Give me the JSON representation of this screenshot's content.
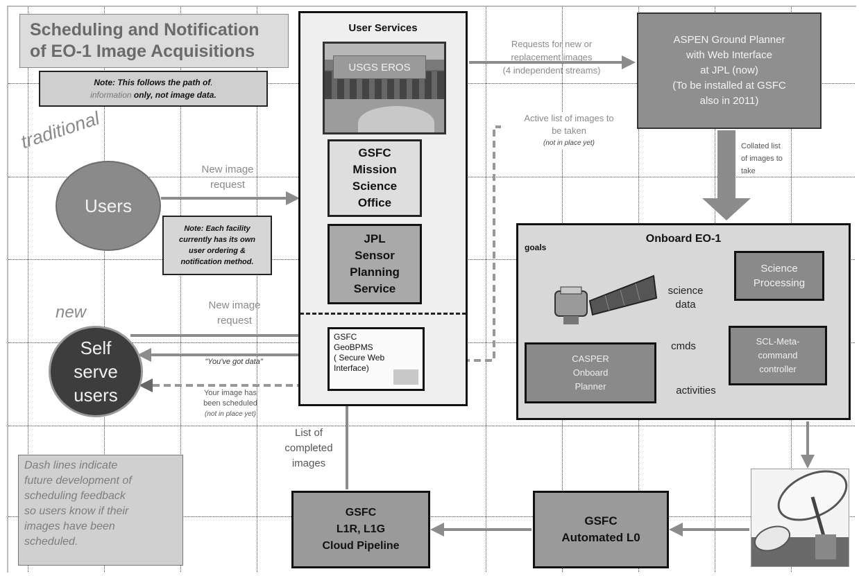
{
  "title": {
    "line1": "Scheduling and Notification",
    "line2": "of EO-1 Image Acquisitions"
  },
  "note_top": {
    "part1": "Note: This follows the path of",
    "part2": "information",
    "part3": "only, not image data."
  },
  "tags": {
    "traditional": "traditional",
    "new": "new"
  },
  "nodes": {
    "users": "Users",
    "self_serve": {
      "l1": "Self",
      "l2": "serve",
      "l3": "users"
    },
    "user_services_title": "User Services",
    "usgs_eros": "USGS EROS",
    "gsfc_mso": {
      "l1": "GSFC",
      "l2": "Mission",
      "l3": "Science",
      "l4": "Office"
    },
    "jpl_sps": {
      "l1": "JPL",
      "l2": "Sensor",
      "l3": "Planning",
      "l4": "Service"
    },
    "geobpms": {
      "l1": "GSFC",
      "l2": "GeoBPMS",
      "l3": "( Secure Web",
      "l4": "Interface)"
    },
    "aspen": {
      "l1": "ASPEN Ground  Planner",
      "l2": "with Web Interface",
      "l3": "at JPL (now)",
      "l4": "(To be installed at GSFC",
      "l5": "also in  2011)"
    },
    "onboard_title": "Onboard EO-1",
    "science_processing": {
      "l1": "Science",
      "l2": "Processing"
    },
    "scl": {
      "l1": "SCL-Meta-",
      "l2": "command",
      "l3": "controller"
    },
    "casper": {
      "l1": "CASPER",
      "l2": "Onboard",
      "l3": "Planner"
    },
    "automated_l0": {
      "l1": "GSFC",
      "l2": "Automated L0"
    },
    "l1_pipeline": {
      "l1": "GSFC",
      "l2": "L1R, L1G",
      "l3": "Cloud Pipeline"
    }
  },
  "note_facility": {
    "l1": "Note: Each facility",
    "l2": "currently has its own",
    "l3": "user ordering &",
    "l4": "notification  method."
  },
  "dash_note": {
    "l1": "Dash lines indicate",
    "l2": "future development of",
    "l3": "scheduling feedback",
    "l4": "so users know if their",
    "l5": "images have been",
    "l6": "scheduled."
  },
  "edges": {
    "new_request_1": {
      "l1": "New image",
      "l2": "request"
    },
    "new_request_2": {
      "l1": "New image",
      "l2": "request"
    },
    "requests": {
      "l1": "Requests for new or",
      "l2": "replacement images",
      "l3": "(4 independent streams)"
    },
    "active_list": {
      "l1": "Active list of images to",
      "l2": "be taken",
      "l3": "(not in place yet)"
    },
    "collated": {
      "l1": "Collated list",
      "l2": "of images to",
      "l3": "take"
    },
    "got_data": "\"You've got data\"",
    "scheduled": {
      "l1": "Your image has",
      "l2": "been scheduled",
      "l3": "(not in place yet)"
    },
    "completed": {
      "l1": "List of",
      "l2": "completed",
      "l3": "images"
    },
    "goals": "goals",
    "science_data": {
      "l1": "science",
      "l2": "data"
    },
    "cmds": "cmds",
    "activities": "activities"
  },
  "colors": {
    "arrow": "#8c8c8c",
    "border": "#111111",
    "panel": "#efefef"
  }
}
